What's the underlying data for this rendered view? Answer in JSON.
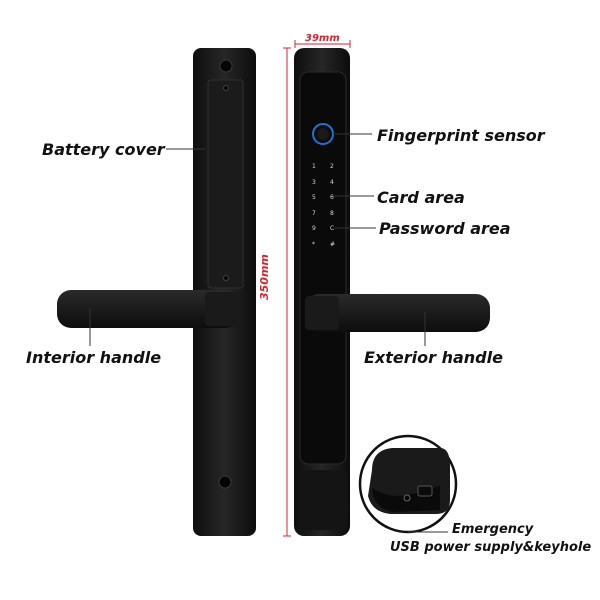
{
  "labels": {
    "battery_cover": "Battery cover",
    "fingerprint_sensor": "Fingerprint sensor",
    "card_area": "Card area",
    "password_area": "Password area",
    "interior_handle": "Interior handle",
    "exterior_handle": "Exterior handle",
    "emergency_line1": "Emergency",
    "emergency_line2": "USB power supply&keyhole"
  },
  "dimensions": {
    "width": "39mm",
    "height": "350mm"
  },
  "keypad": [
    "1",
    "2",
    "3",
    "4",
    "5",
    "6",
    "7",
    "8",
    "9",
    "C",
    "*",
    "#"
  ],
  "colors": {
    "dimension": "#d9232d",
    "lock_body": "#161616",
    "fingerprint_ring": "#1e73d6"
  }
}
